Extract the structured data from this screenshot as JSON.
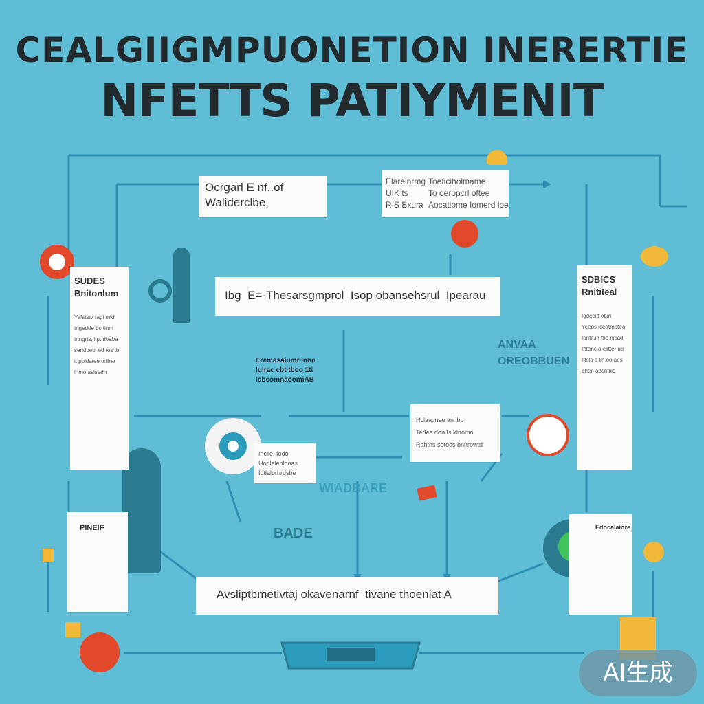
{
  "title": {
    "line1": "CEALGIIGMPUONETION INERERTIE",
    "line2": "NFETTS PATIYMENIT"
  },
  "cards": {
    "top_left": {
      "line1": "Ocrgarl E nf..of",
      "line2": "Waliderclbe,"
    },
    "top_right": {
      "col1": "Elareinrmg\nUIK ts\nR S Bxura",
      "col2": "Toeficiholmame\nTo oeropcrl oftee\nAocatiome Iomerd loed."
    },
    "left_panel": {
      "heading": "SUDES\nBnitonlum",
      "body": "Yefsteiv ragi midi\nIngedde bc tinm\nInngrts, ilpt doaba\nseridoeoi ed tos tb\nit poidatee tsiiine\nlhmo asisedrr"
    },
    "right_panel": {
      "heading": "SDBICS\nRnititeal",
      "body": "Igdecitt obiri\nYeeds iceatmoteo\nIonfit,in the nicad\nIntenc a eiitter iicl\nItfsls a lin oo aus\nbhtm abtintiiia"
    },
    "center_banner": {
      "text": "Ibg  E=-Thesarsgmprol  Isop obansehsrul  Ipearau"
    },
    "center_note": "Eremasaiumr inne\nIulrac cbt tboo 1ti\nIcbcomnaoomiAB",
    "mid_right": "Hclaacnee an ibb\nTedee don ts ldnomo\nRahtns setoos bnnrowtd",
    "mid_left_small": "Inciie  Iodo\nHodlelenldoas\nIotlalorhrdsbe",
    "bottom_banner": {
      "text": "Avsliptbmetivtaj okavenarnf  tivane thoeniat A"
    },
    "bottom_left": {
      "heading": "PINEIF"
    },
    "bottom_right": {
      "heading": "Edocaiaiore"
    }
  },
  "labels": {
    "anvaa": "ANVAA\nOREOBBUEN",
    "bade": "BADE",
    "wiadbare": "WIADBARE"
  },
  "watermark": "AI生成",
  "colors": {
    "background": "#5fbdd6",
    "line": "#2d8fb3",
    "accent_red": "#e2492b",
    "accent_yellow": "#f2b83a",
    "dark_teal": "#2a7a90"
  }
}
